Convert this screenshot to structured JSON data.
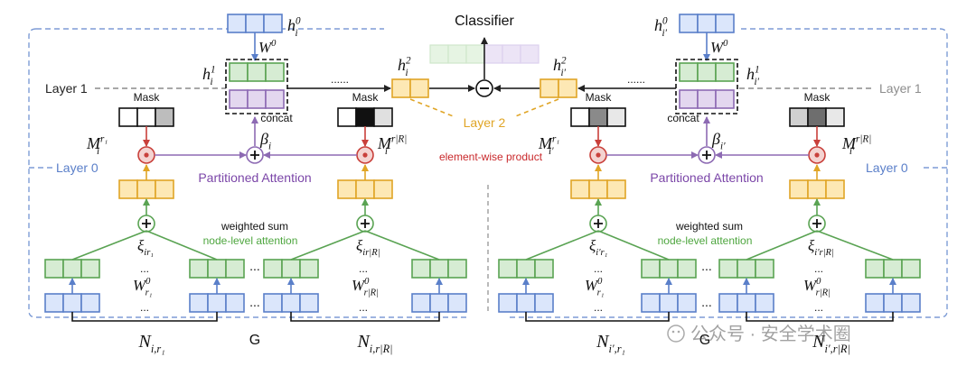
{
  "classifier_label": "Classifier",
  "layer1_label": "Layer 1",
  "layer0_label": "Layer 0",
  "layer2_label": "Layer 2",
  "mask_label": "Mask",
  "concat_label": "concat",
  "partitioned_attention_label": "Partitioned Attention",
  "element_wise_product_label": "element-wise product",
  "weighted_sum_label": "weighted sum",
  "node_level_attention_label": "node-level attention",
  "ellipsis": "......",
  "dots_small": "...",
  "graph_label": "G",
  "watermark_text": "公众号 · 安全学术圈",
  "colors": {
    "blue_fill": "#dbe6fb",
    "blue_stroke": "#5a7fc9",
    "green_fill": "#d6ecd3",
    "green_stroke": "#5aa353",
    "purple_fill": "#e3d7ef",
    "purple_stroke": "#8d6ab3",
    "yellow_fill": "#fde8b4",
    "yellow_stroke": "#e0a526",
    "red_circle": "#f4d3d1",
    "red_stroke": "#c9403b",
    "dashed_blue": "#7e9cd6",
    "purple_text": "#7b46a8",
    "green_text": "#4ea63f",
    "orange_text": "#e0a526",
    "red_text": "#c9282b",
    "layer_gray": "#8c8c8c"
  },
  "left": {
    "h0": {
      "base": "h",
      "sub": "i",
      "sup": "0"
    },
    "h1": {
      "base": "h",
      "sub": "i",
      "sup": "1"
    },
    "h2": {
      "base": "h",
      "sub": "i",
      "sup": "2"
    },
    "w0": {
      "base": "W",
      "sup": "0"
    },
    "beta": {
      "base": "β",
      "sub": "i"
    },
    "m_r1": {
      "base": "M",
      "sub": "i",
      "sup": "r₁"
    },
    "m_rR": {
      "base": "M",
      "sub": "i",
      "sup": "r|R|"
    },
    "xi_1": {
      "base": "ξ",
      "sub": "ir₁"
    },
    "xi_R": {
      "base": "ξ",
      "sub": "ir|R|"
    },
    "w_r1": {
      "base": "W",
      "sup": "0",
      "sub": "r₁"
    },
    "w_rR": {
      "base": "W",
      "sup": "0",
      "sub": "r|R|"
    },
    "n_1": {
      "base": "N",
      "sub": "i,r₁"
    },
    "n_R": {
      "base": "N",
      "sub": "i,r|R|"
    }
  },
  "right": {
    "h0": {
      "base": "h",
      "sub": "i′",
      "sup": "0"
    },
    "h1": {
      "base": "h",
      "sub": "i′",
      "sup": "1"
    },
    "h2": {
      "base": "h",
      "sub": "i′",
      "sup": "2"
    },
    "w0": {
      "base": "W",
      "sup": "0"
    },
    "beta": {
      "base": "β",
      "sub": "i′"
    },
    "m_r1": {
      "base": "M",
      "sub": "i′",
      "sup": "r₁"
    },
    "m_rR": {
      "base": "M",
      "sub": "i′",
      "sup": "r|R|"
    },
    "xi_1": {
      "base": "ξ",
      "sub": "i′r₁"
    },
    "xi_R": {
      "base": "ξ",
      "sub": "i′r|R|"
    },
    "w_r1": {
      "base": "W",
      "sup": "0",
      "sub": "r₁"
    },
    "w_rR": {
      "base": "W",
      "sup": "0",
      "sub": "r|R|"
    },
    "n_1": {
      "base": "N",
      "sub": "i′,r₁"
    },
    "n_R": {
      "base": "N",
      "sub": "i′,r|R|"
    }
  }
}
